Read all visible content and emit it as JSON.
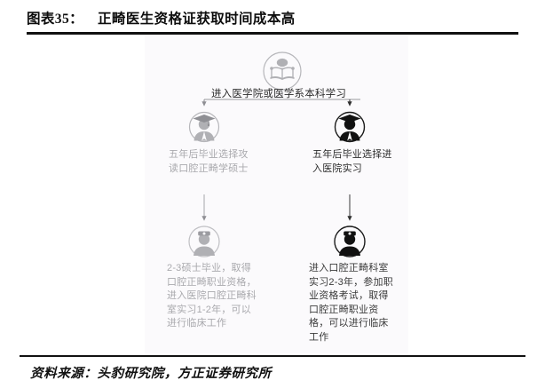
{
  "header": {
    "figure_label": "图表35：",
    "title": "正畸医生资格证获取时间成本高"
  },
  "diagram": {
    "root": {
      "icon": "open-book-reader-icon",
      "caption": "进入医学院或医学系本科学习"
    },
    "branches": [
      {
        "id": "left",
        "tone": "gray",
        "steps": [
          {
            "icon": "graduate-person-icon",
            "text": "五年后毕业选择攻读口腔正畸学硕士"
          },
          {
            "icon": "doctor-person-icon",
            "text": "2-3硕士毕业，取得口腔正畸职业资格，进入医院口腔正畸科室实习1-2年，可以进行临床工作"
          }
        ]
      },
      {
        "id": "right",
        "tone": "black",
        "steps": [
          {
            "icon": "graduate-person-icon",
            "text": "五年后毕业选择进入医院实习"
          },
          {
            "icon": "doctor-person-icon",
            "text": "进入口腔正畸科室实习2-3年，参加职业资格考试，取得口腔正畸职业资格，可以进行临床工作"
          }
        ]
      }
    ]
  },
  "footer": {
    "source": "资料来源：头豹研究院，方正证券研究所"
  },
  "colors": {
    "gray_branch": "#a9a9ad",
    "black_branch": "#1a1a1a",
    "rule": "#111111",
    "panel_bg": "#fbfafc"
  }
}
